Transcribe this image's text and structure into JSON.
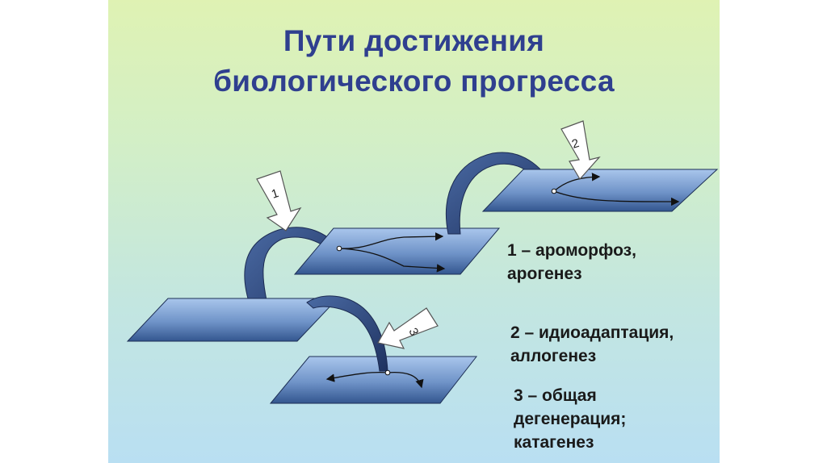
{
  "title": {
    "line1": "Пути достижения",
    "line2": "биологического прогресса"
  },
  "arrow_labels": {
    "a1": "1",
    "a2": "2",
    "a3": "3"
  },
  "legend": {
    "item1": {
      "line1": "1 – ароморфоз,",
      "line2": "арогенез"
    },
    "item2": {
      "line1": "2 – идиоадаптация,",
      "line2": "аллогенез"
    },
    "item3": {
      "line1": "3 – общая",
      "line2": "дегенерация;",
      "line3": "катагенез"
    }
  },
  "colors": {
    "plane_fill_top": "#9fbde6",
    "plane_fill_bottom": "#3a5f9a",
    "ribbon": "#2e4472",
    "title": "#2f3f8f"
  }
}
